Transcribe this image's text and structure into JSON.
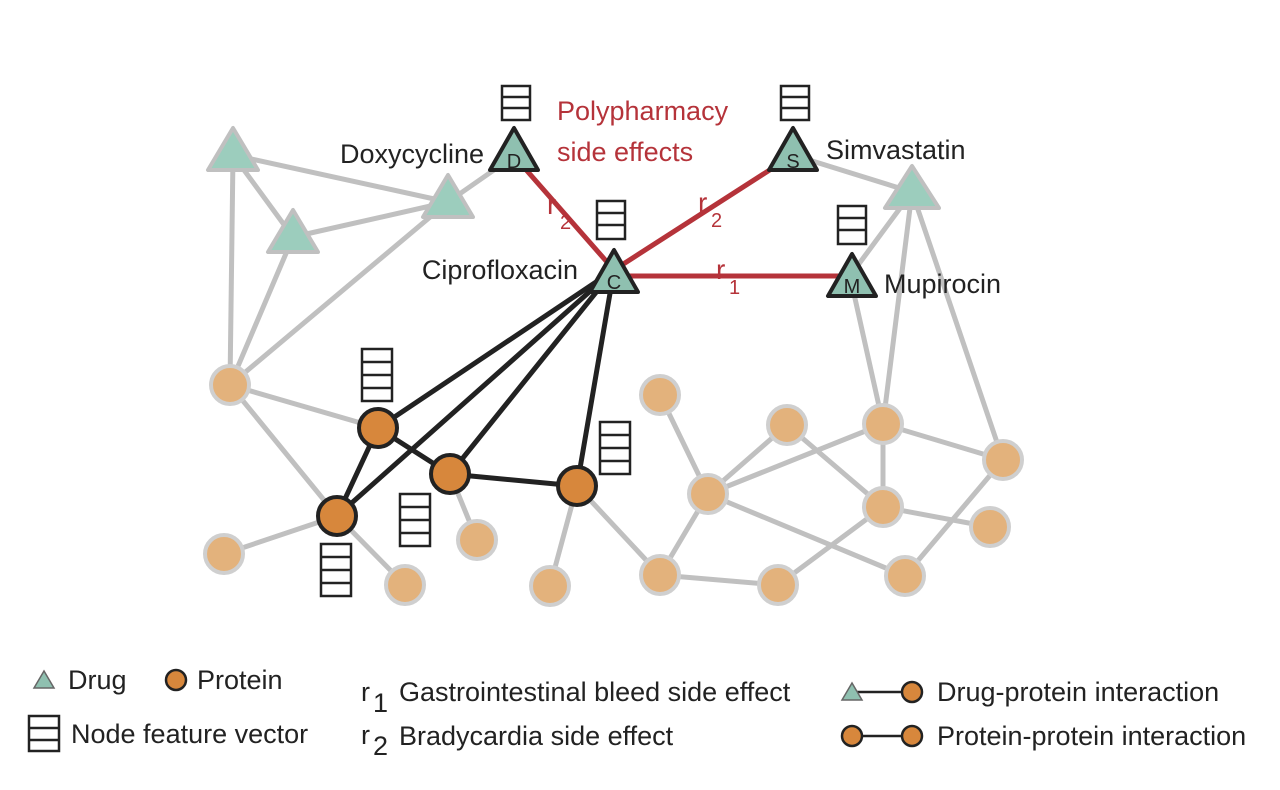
{
  "colors": {
    "drug_fill": "#8fc0b0",
    "drug_fill_light": "#9ccdbd",
    "protein_fill": "#d7873c",
    "protein_fill_light": "#e3b27c",
    "gray_edge": "#c0c0c0",
    "black_edge": "#222222",
    "side_effect": "#b5333a"
  },
  "title": {
    "line1": "Polypharmacy",
    "line2": "side effects"
  },
  "drugs": {
    "doxycycline": {
      "name": "Doxycycline",
      "letter": "D"
    },
    "simvastatin": {
      "name": "Simvastatin",
      "letter": "S"
    },
    "ciprofloxacin": {
      "name": "Ciprofloxacin",
      "letter": "C"
    },
    "mupirocin": {
      "name": "Mupirocin",
      "letter": "M"
    }
  },
  "edges": {
    "dc": {
      "letter": "r",
      "sub": "2"
    },
    "sc": {
      "letter": "r",
      "sub": "2"
    },
    "cm": {
      "letter": "r",
      "sub": "1"
    }
  },
  "legend": {
    "drug": "Drug",
    "protein": "Protein",
    "feature_vector": "Node feature vector",
    "r1": {
      "letter": "r",
      "sub": "1",
      "text": "Gastrointestinal bleed side effect"
    },
    "r2": {
      "letter": "r",
      "sub": "2",
      "text": "Bradycardia side effect"
    },
    "drug_protein": "Drug-protein interaction",
    "protein_protein": "Protein-protein interaction"
  }
}
